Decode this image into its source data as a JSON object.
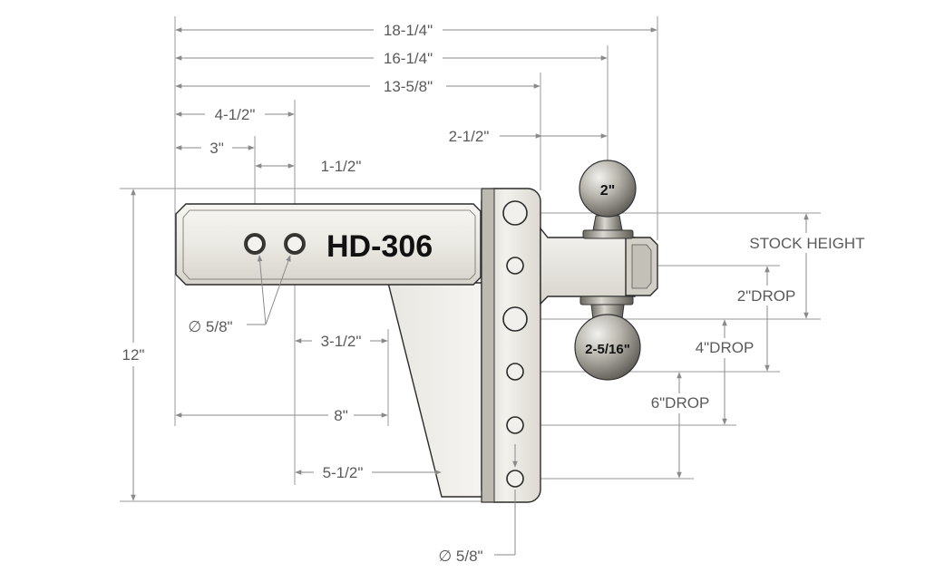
{
  "model": "HD-306",
  "dimensions": {
    "overall_length": "18-1/4\"",
    "length_to_small_ball": "16-1/4\"",
    "length_to_drop": "13-5/8\"",
    "ball_spacing": "2-1/2\"",
    "pin_hole_far": "4-1/2\"",
    "pin_hole_near": "3\"",
    "pin_hole_spacing": "1-1/2\"",
    "pin_hole_diameter": "∅ 5/8\"",
    "gusset_to_hole": "3-1/2\"",
    "shank_length": "8\"",
    "gusset_offset": "5-1/2\"",
    "overall_height": "12\"",
    "shank_hole_diameter": "∅ 5/8\""
  },
  "drops": {
    "stock_height": "STOCK HEIGHT",
    "drop_2": "2\"DROP",
    "drop_4": "4\"DROP",
    "drop_6": "6\"DROP"
  },
  "balls": {
    "upper": "2\"",
    "lower": "2-5/16\""
  },
  "colors": {
    "metal_light": "#ecebe7",
    "metal_mid": "#cfcdc6",
    "metal_dark": "#8f8c84",
    "line": "#8a8a8a"
  }
}
